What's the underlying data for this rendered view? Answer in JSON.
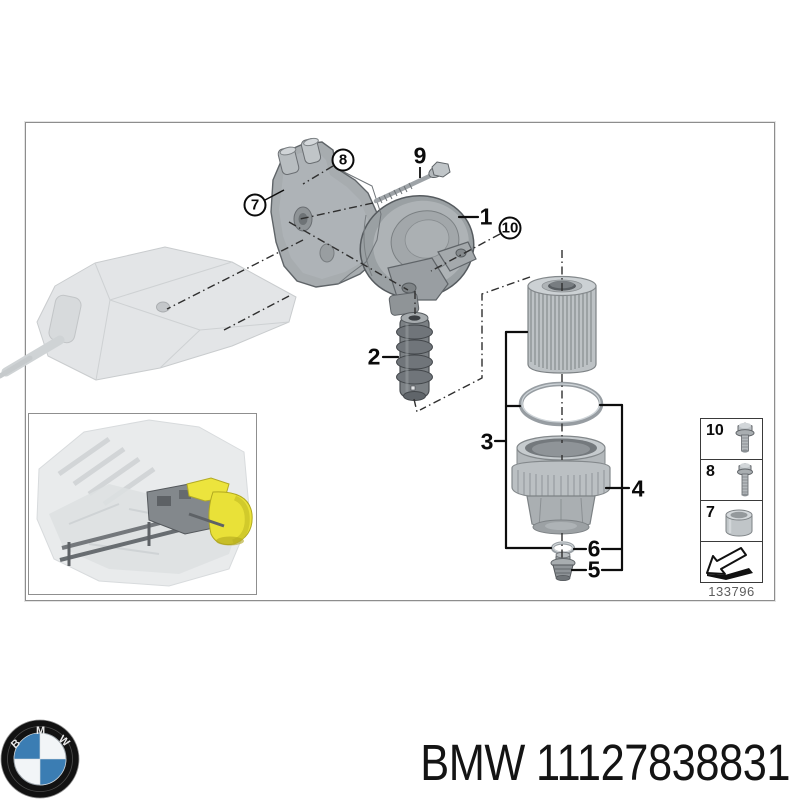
{
  "diagram": {
    "number": "133796",
    "callouts": {
      "c1": "1",
      "c2": "2",
      "c3": "3",
      "c4": "4",
      "c5": "5",
      "c6": "6",
      "c7": "7",
      "c8": "8",
      "c9": "9",
      "c10": "10"
    },
    "legend": {
      "rows": [
        {
          "number": "10",
          "icon": "flange-bolt-short-icon"
        },
        {
          "number": "8",
          "icon": "flange-bolt-long-icon"
        },
        {
          "number": "7",
          "icon": "sleeve-bushing-icon"
        },
        {
          "number": "",
          "icon": "direction-arrow-icon"
        }
      ]
    }
  },
  "footer": {
    "brand": "BMW",
    "part_number": "11127838831",
    "logo": {
      "letters": [
        "B",
        "M",
        "W"
      ]
    }
  },
  "colors": {
    "highlight_yellow": "#e9e138",
    "bmw_blue": "#3b7db3",
    "ink": "#0b0b0b",
    "ghost_gray": "#e3e5e7",
    "ring_gray": "#979da2"
  }
}
